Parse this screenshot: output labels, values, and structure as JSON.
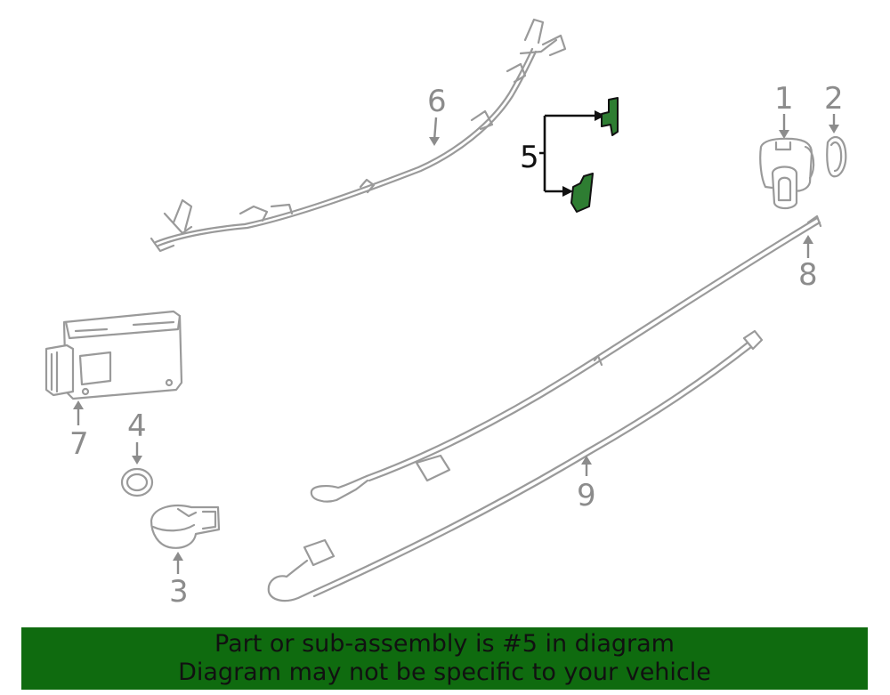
{
  "callouts": {
    "c1": "1",
    "c2": "2",
    "c3": "3",
    "c4": "4",
    "c5": "5",
    "c6": "6",
    "c7": "7",
    "c8": "8",
    "c9": "9"
  },
  "banner": {
    "line1": "Part or sub-assembly is #5 in diagram",
    "line2": "Diagram may not be specific to your vehicle"
  },
  "colors": {
    "highlight": "#2e7d32",
    "banner_bg": "#0f6b0f",
    "line_gray": "#9a9a9a"
  }
}
